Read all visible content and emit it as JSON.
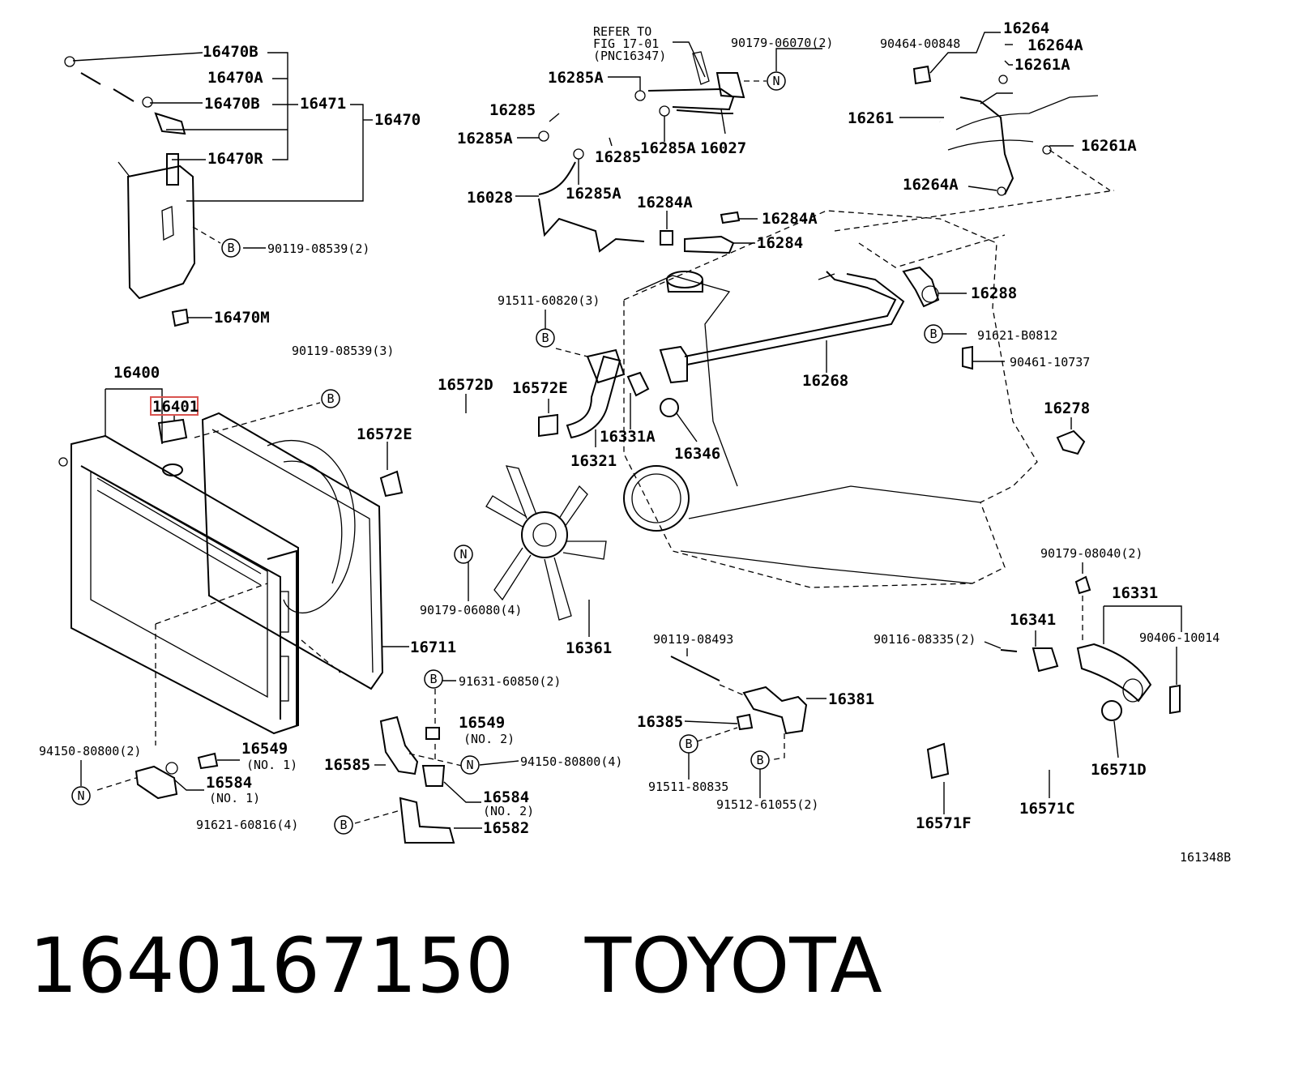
{
  "caption": {
    "part_number": "1640167150",
    "brand": "TOYOTA"
  },
  "highlight_color": "#d9534f",
  "diagram_code": "161348B",
  "refer": {
    "line1": "REFER TO",
    "line2": "FIG 17-01",
    "line3": "(PNC16347)"
  },
  "callout_letters": {
    "bolt": "B",
    "nut": "N"
  },
  "labels": {
    "p16470B_top": "16470B",
    "p16470A": "16470A",
    "p16470B_mid": "16470B",
    "p16471": "16471",
    "p16470": "16470",
    "p16470R": "16470R",
    "p90119_08539_2": "90119-08539(2)",
    "p16470M": "16470M",
    "p16400": "16400",
    "p16401": "16401",
    "p90119_08539_3": "90119-08539(3)",
    "p16285A_1": "16285A",
    "p16285_1": "16285",
    "p16285A_2": "16285A",
    "p16285_2": "16285",
    "p16285A_3": "16285A",
    "p16027": "16027",
    "p16028": "16028",
    "p16285A_4": "16285A",
    "p90179_06070": "90179-06070(2)",
    "p16284A_1": "16284A",
    "p16284A_2": "16284A",
    "p16284": "16284",
    "p90464_00848": "90464-00848",
    "p16264": "16264",
    "p16264A_1": "16264A",
    "p16261A_1": "16261A",
    "p16261": "16261",
    "p16261A_2": "16261A",
    "p16264A_2": "16264A",
    "p16288": "16288",
    "p91511_60820": "91511-60820(3)",
    "p91621_B0812": "91621-B0812",
    "p90461_10737": "90461-10737",
    "p16268": "16268",
    "p16278": "16278",
    "p16572D": "16572D",
    "p16572E_1": "16572E",
    "p16572E_2": "16572E",
    "p16331A": "16331A",
    "p16321": "16321",
    "p16346": "16346",
    "p90179_06080": "90179-06080(4)",
    "p16361": "16361",
    "p16711": "16711",
    "p90179_08040": "90179-08040(2)",
    "p16331": "16331",
    "p16341": "16341",
    "p90116_08335": "90116-08335(2)",
    "p90406_10014": "90406-10014",
    "p90119_08493": "90119-08493",
    "p16381": "16381",
    "p16385": "16385",
    "p91511_80835": "91511-80835",
    "p91512_61055": "91512-61055(2)",
    "p91631_60850": "91631-60850(2)",
    "p16549_2": "16549",
    "p16549_2_note": "(NO. 2)",
    "p94150_80800_4": "94150-80800(4)",
    "p16585": "16585",
    "p16584_2": "16584",
    "p16584_2_note": "(NO. 2)",
    "p91621_60816": "91621-60816(4)",
    "p16582": "16582",
    "p94150_80800_2": "94150-80800(2)",
    "p16549_1": "16549",
    "p16549_1_note": "(NO. 1)",
    "p16584_1": "16584",
    "p16584_1_note": "(NO. 1)",
    "p16571D": "16571D",
    "p16571C": "16571C",
    "p16571F": "16571F"
  }
}
